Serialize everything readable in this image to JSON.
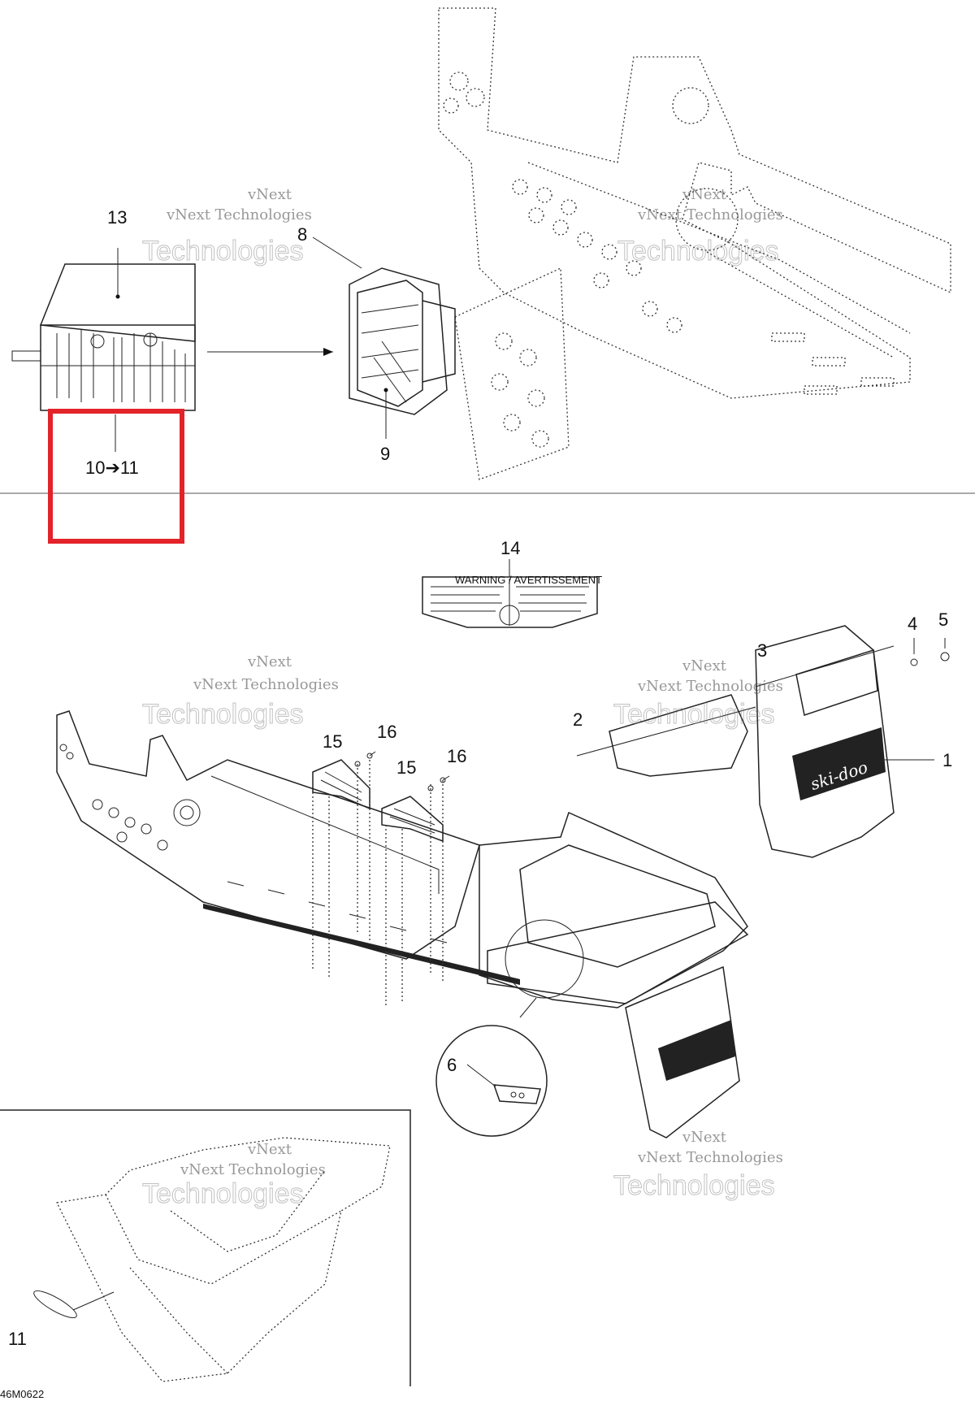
{
  "diagram": {
    "reference_code": "46M0622",
    "watermark": {
      "line1": "vNext",
      "line2": "Technologies",
      "line3": "vNext Technologies"
    },
    "callouts": [
      {
        "id": "1",
        "label": "1"
      },
      {
        "id": "2",
        "label": "2"
      },
      {
        "id": "3",
        "label": "3"
      },
      {
        "id": "4",
        "label": "4"
      },
      {
        "id": "5",
        "label": "5"
      },
      {
        "id": "6",
        "label": "6"
      },
      {
        "id": "8",
        "label": "8"
      },
      {
        "id": "9",
        "label": "9"
      },
      {
        "id": "10-11",
        "label": "10➔11"
      },
      {
        "id": "11",
        "label": "11"
      },
      {
        "id": "13",
        "label": "13"
      },
      {
        "id": "14",
        "label": "14"
      },
      {
        "id": "15a",
        "label": "15"
      },
      {
        "id": "15b",
        "label": "15"
      },
      {
        "id": "16a",
        "label": "16"
      },
      {
        "id": "16b",
        "label": "16"
      }
    ],
    "decal_14": {
      "text": "WARNING / AVERTISSEMENT"
    },
    "flap_1": {
      "brand": "ski-doo"
    },
    "highlight": {
      "color": "#e3232a"
    }
  }
}
